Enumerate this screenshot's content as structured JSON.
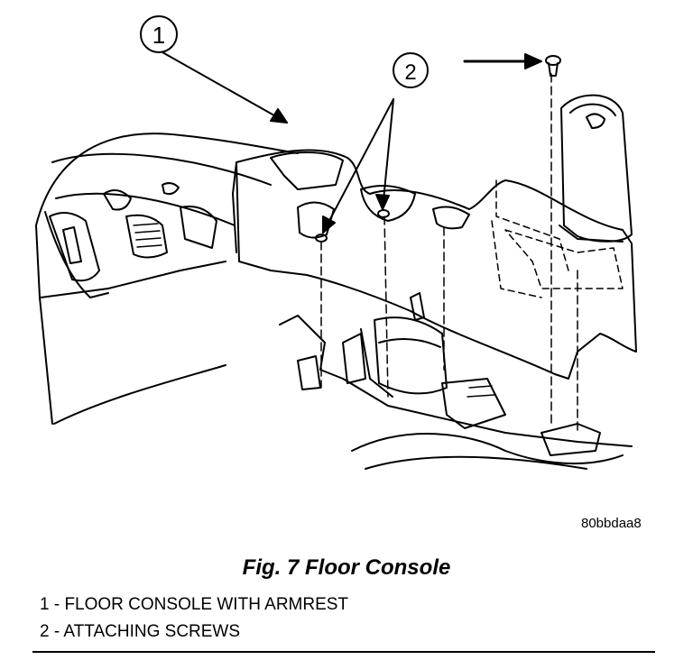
{
  "figure": {
    "code": "80bbdaa8",
    "caption": "Fig. 7 Floor Console",
    "callouts": [
      "1",
      "2"
    ],
    "legend": [
      "1 - FLOOR CONSOLE WITH ARMREST",
      "2 - ATTACHING SCREWS"
    ]
  }
}
